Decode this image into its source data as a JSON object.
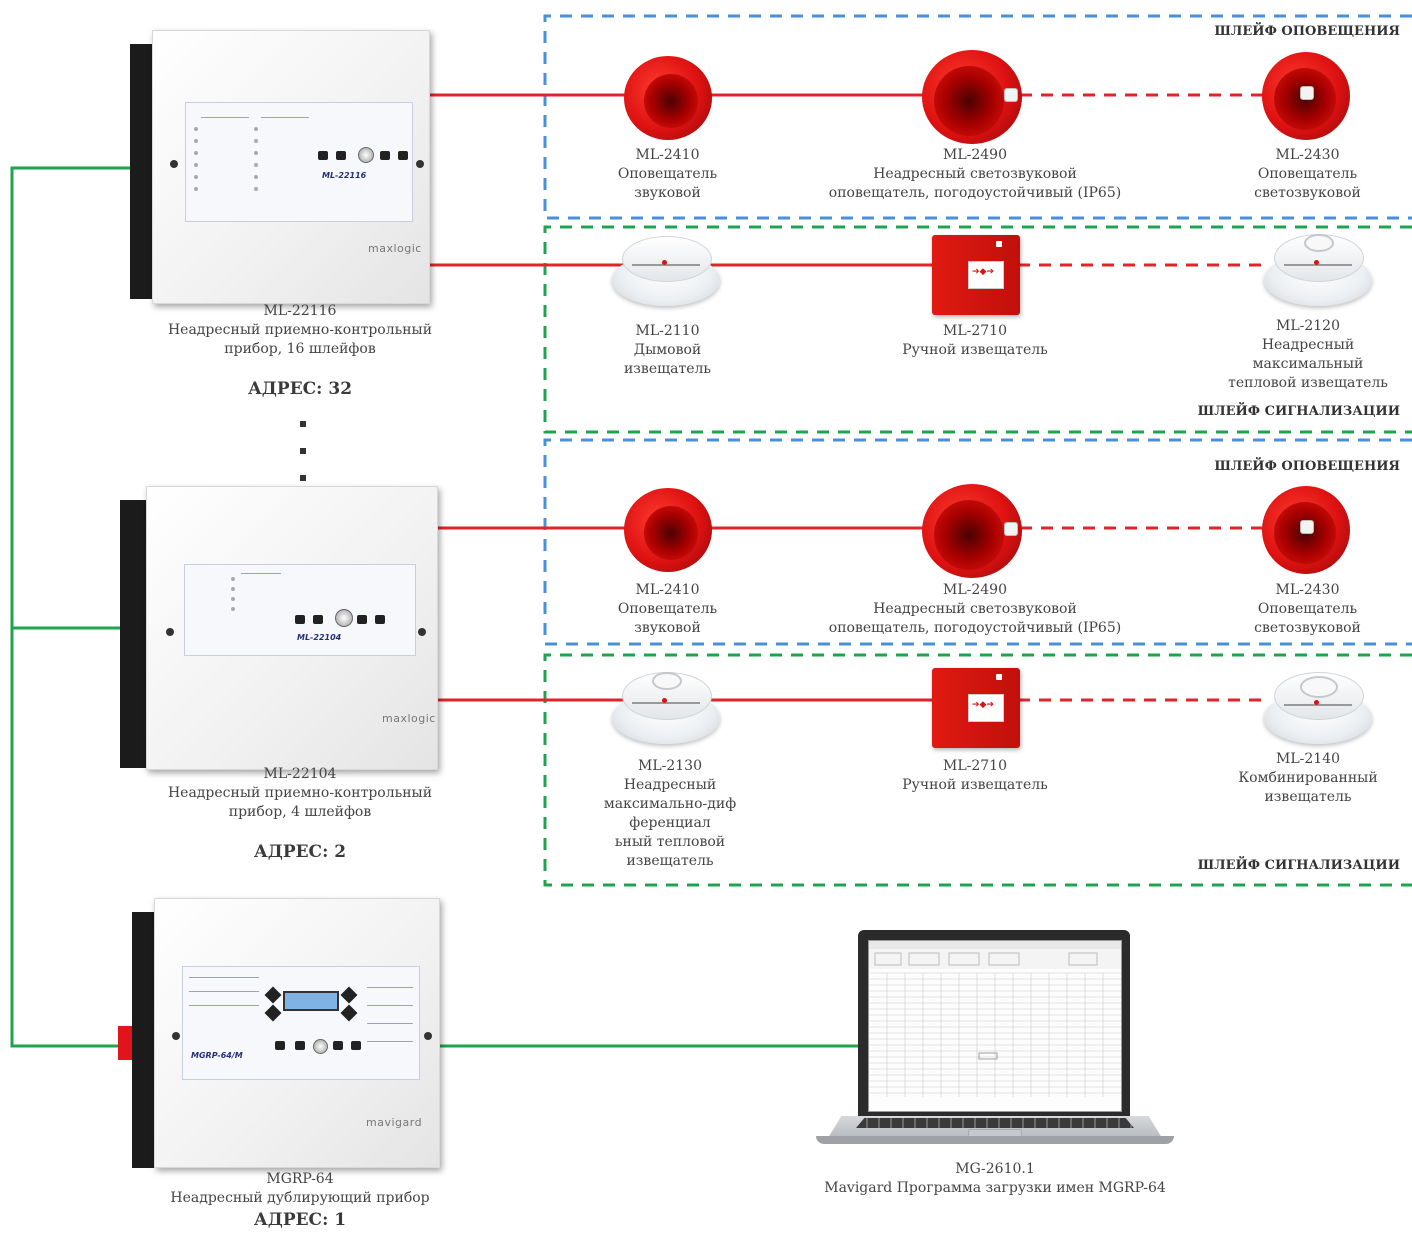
{
  "colors": {
    "alarm_wire": "#e0242a",
    "bus_wire": "#1ea44e",
    "notification_zone": "#4a90d9",
    "detection_zone": "#1ea44e"
  },
  "panels": {
    "p1": {
      "model": "ML-22116",
      "desc1": "Неадресный приемно-контрольный",
      "desc2": "прибор, 16 шлейфов",
      "address": "АДРЕС: 32",
      "label": "ML-22116",
      "brand": "maxlogic"
    },
    "p2": {
      "model": "ML-22104",
      "desc1": "Неадресный приемно-контрольный",
      "desc2": "прибор, 4 шлейфов",
      "address": "АДРЕС: 2",
      "label": "ML-22104",
      "brand": "maxlogic"
    },
    "p3": {
      "model": "MGRP-64",
      "desc1": "Неадресный дублирующий прибор",
      "address": "АДРЕС: 1",
      "label": "MGRP-64/M",
      "brand": "mavigard"
    }
  },
  "zones": {
    "z1": "ШЛЕЙФ ОПОВЕЩЕНИЯ",
    "z2": "ШЛЕЙФ СИГНАЛИЗАЦИИ",
    "z3": "ШЛЕЙФ ОПОВЕЩЕНИЯ",
    "z4": "ШЛЕЙФ СИГНАЛИЗАЦИИ"
  },
  "devices": {
    "r1a": {
      "model": "ML-2410",
      "l1": "Оповещатель",
      "l2": "звуковой"
    },
    "r1b": {
      "model": "ML-2490",
      "l1": "Неадресный светозвуковой",
      "l2": "оповещатель, погодоустойчивый (IP65)"
    },
    "r1c": {
      "model": "ML-2430",
      "l1": "Оповещатель",
      "l2": "светозвуковой"
    },
    "r2a": {
      "model": "ML-2110",
      "l1": "Дымовой",
      "l2": "извещатель"
    },
    "r2b": {
      "model": "ML-2710",
      "l1": "Ручной извещатель"
    },
    "r2c": {
      "model": "ML-2120",
      "l1": "Неадресный",
      "l2": "максимальный",
      "l3": "тепловой извещатель"
    },
    "r3a": {
      "model": "ML-2410",
      "l1": "Оповещатель",
      "l2": "звуковой"
    },
    "r3b": {
      "model": "ML-2490",
      "l1": "Неадресный светозвуковой",
      "l2": "оповещатель, погодоустойчивый (IP65)"
    },
    "r3c": {
      "model": "ML-2430",
      "l1": "Оповещатель",
      "l2": "светозвуковой"
    },
    "r4a": {
      "model": "ML-2130",
      "l1": "Неадресный",
      "l2": "максимально-диф",
      "l3": "ференциал",
      "l4": "ьный тепловой",
      "l5": "извещатель"
    },
    "r4b": {
      "model": "ML-2710",
      "l1": "Ручной извещатель"
    },
    "r4c": {
      "model": "ML-2140",
      "l1": "Комбинированный",
      "l2": "извещатель"
    }
  },
  "software": {
    "model": "MG-2610.1",
    "desc": "Mavigard Программа загрузки имен MGRP-64"
  }
}
